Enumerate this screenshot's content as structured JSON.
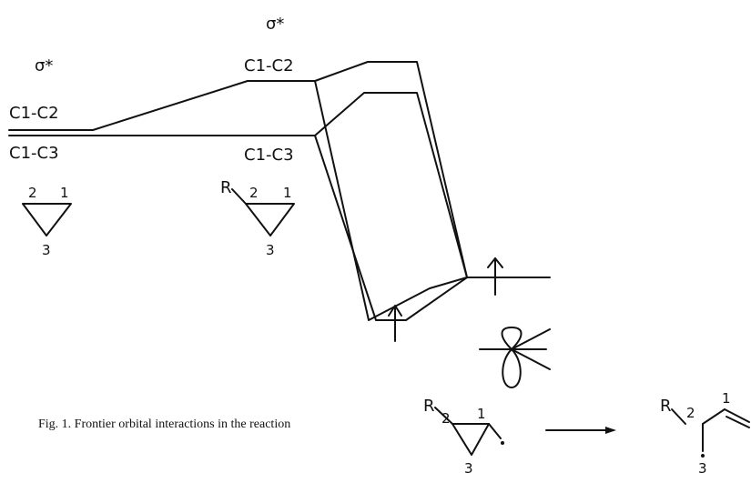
{
  "diagram": {
    "left_column": {
      "sigma_star": "σ*",
      "upper_level": "C1-C2",
      "lower_level": "C1-C3",
      "ring_numbers": [
        "2",
        "1",
        "3"
      ]
    },
    "middle_column": {
      "sigma_star": "σ*",
      "upper_level": "C1-C2",
      "lower_level": "C1-C3",
      "substituent": "R",
      "ring_numbers": [
        "2",
        "1",
        "3"
      ]
    },
    "caption": "Fig. 1. Frontier orbital interactions in the reaction",
    "reactant": {
      "substituent": "R",
      "ring_numbers": [
        "2",
        "1",
        "3"
      ]
    },
    "product": {
      "substituent": "R",
      "numbers": [
        "2",
        "1",
        "3"
      ]
    }
  }
}
